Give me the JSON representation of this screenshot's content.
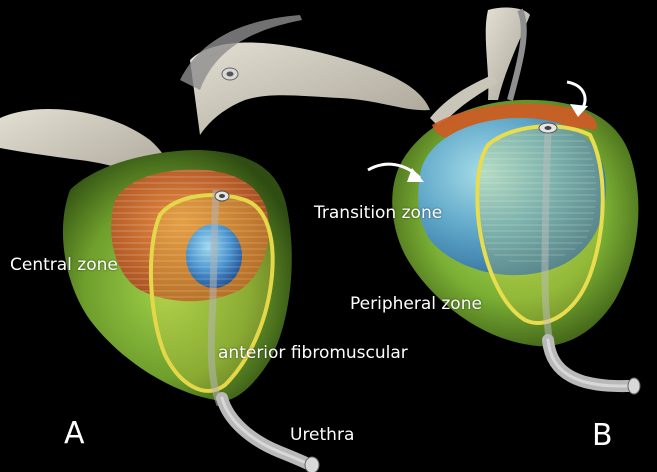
{
  "labels": {
    "central_zone": "Central zone",
    "transition_zone": "Transition zone",
    "peripheral_zone": "Peripheral zone",
    "anterior_fibromuscular": "anterior fibromuscular",
    "urethra": "Urethra",
    "panel_a": "A",
    "panel_b": "B"
  },
  "colors": {
    "background": "#000000",
    "peripheral_zone": "#7fb23a",
    "central_zone": "#d2602a",
    "transition_zone": "#3f8fd0",
    "anterior_fibromuscular": "#e4d84a",
    "seminal_vesicle": "#cfcbbf",
    "urethra": "#9a9a9a",
    "label_text": "#ffffff"
  }
}
